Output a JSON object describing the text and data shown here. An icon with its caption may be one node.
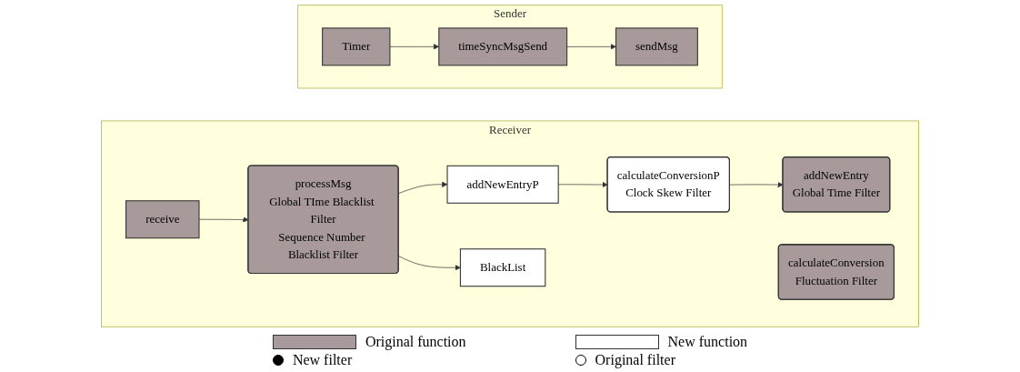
{
  "diagram": {
    "nodes": [
      {
        "text": [
          "Sender"
        ]
      },
      {
        "text": [
          "Timer"
        ],
        "in": 0
      },
      {
        "text": [
          "timeSyncMsgSend"
        ],
        "in": 0
      },
      {
        "text": [
          "sendMsg"
        ],
        "in": 0
      },
      {
        "text": [
          "Receiver"
        ]
      },
      {
        "text": [
          "receive"
        ],
        "in": 4
      },
      {
        "text": [
          "processMsg",
          "Global TIme Blacklist Filter",
          "Sequence Number Blacklist Filter"
        ],
        "in": 4
      },
      {
        "text": [
          "addNewEntryP"
        ],
        "in": 4
      },
      {
        "text": [
          "calculateConversionP",
          "Clock Skew Filter"
        ],
        "in": 4
      },
      {
        "text": [
          "addNewEntry",
          "Global Time Filter"
        ],
        "in": 4
      },
      {
        "text": [
          "calculateConversion",
          "Fluctuation Filter"
        ],
        "in": 4
      },
      {
        "text": [
          "BlackList"
        ],
        "in": 4
      }
    ],
    "edges": [
      {
        "from": 1,
        "to": 2,
        "arrow": "to"
      },
      {
        "from": 2,
        "to": 3,
        "arrow": "to"
      },
      {
        "from": 5,
        "to": 6,
        "arrow": "to"
      },
      {
        "from": 6,
        "to": 7,
        "arrow": "to"
      },
      {
        "from": 7,
        "to": 8,
        "arrow": "to"
      },
      {
        "from": 8,
        "to": 9,
        "arrow": "to"
      },
      {
        "from": 6,
        "to": 11,
        "arrow": "to"
      }
    ],
    "legend": [
      {
        "text": "Original function",
        "color": "#a89a9a"
      },
      {
        "text": "New function",
        "color": "#ffffff"
      },
      {
        "text": "New filter"
      },
      {
        "text": "Original filter"
      }
    ]
  }
}
